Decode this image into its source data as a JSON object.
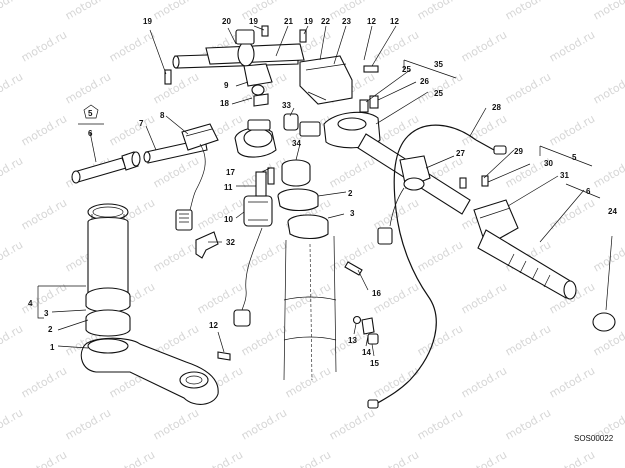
{
  "watermark": "motod.ru",
  "drawing_code": "SOS00022",
  "callouts": {
    "c1": "1",
    "c2a": "2",
    "c3a": "3",
    "c4": "4",
    "c5a": "5",
    "c6a": "6",
    "c7": "7",
    "c8": "8",
    "c9": "9",
    "c10": "10",
    "c11": "11",
    "c12a": "12",
    "c12b": "12",
    "c12c": "12",
    "c13": "13",
    "c14": "14",
    "c15": "15",
    "c16": "16",
    "c17": "17",
    "c18": "18",
    "c19a": "19",
    "c19b": "19",
    "c19c": "19",
    "c20": "20",
    "c21": "21",
    "c22": "22",
    "c23": "23",
    "c24": "24",
    "c25a": "25",
    "c25b": "25",
    "c26": "26",
    "c27": "27",
    "c28": "28",
    "c29": "29",
    "c30": "30",
    "c31": "31",
    "c32": "32",
    "c33": "33",
    "c34": "34",
    "c35": "35",
    "c2b": "2",
    "c3b": "3",
    "c5b": "5",
    "c6b": "6"
  }
}
